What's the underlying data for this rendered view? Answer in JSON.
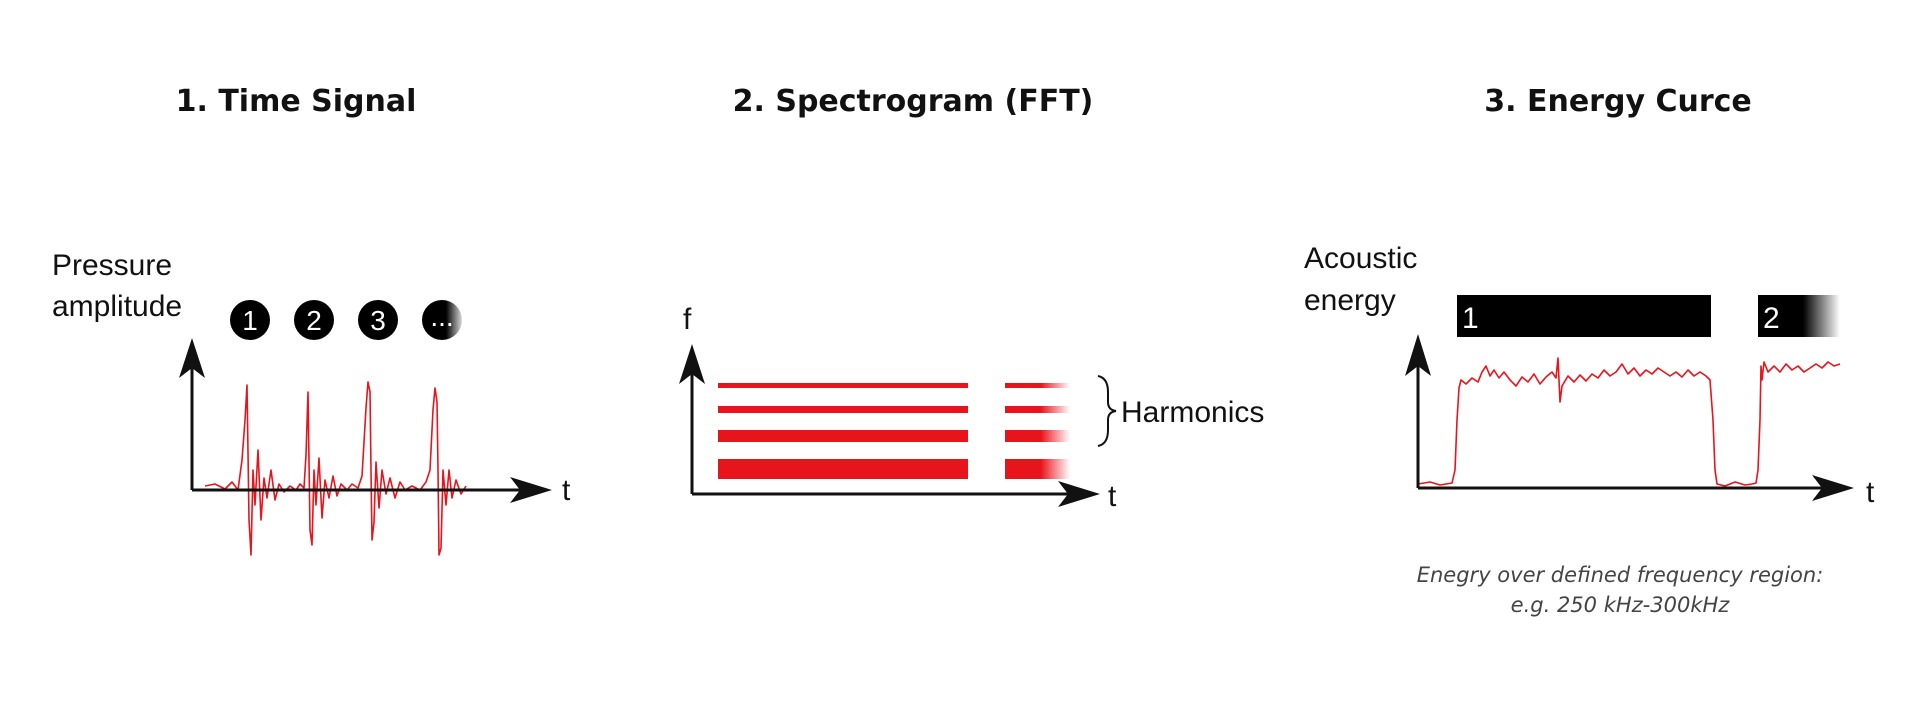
{
  "panels": {
    "time_signal": {
      "title": "1. Time Signal",
      "ylabel_line1": "Pressure",
      "ylabel_line2": "amplitude",
      "xlabel": "t",
      "pulse_markers": [
        "1",
        "2",
        "3",
        "..."
      ]
    },
    "spectrogram": {
      "title": "2. Spectrogram (FFT)",
      "ylabel": "f",
      "xlabel": "t",
      "bracket_label": "Harmonics"
    },
    "energy_curve": {
      "title": "3. Energy Curce",
      "ylabel_line1": "Acoustic",
      "ylabel_line2": "energy",
      "xlabel": "t",
      "segments": [
        "1",
        "2"
      ],
      "caption_line1": "Enegry over defined frequency region:",
      "caption_line2": "e.g. 250 kHz-300kHz"
    }
  },
  "colors": {
    "signal": "#e8141c",
    "axis": "#111111",
    "marker": "#000000"
  }
}
